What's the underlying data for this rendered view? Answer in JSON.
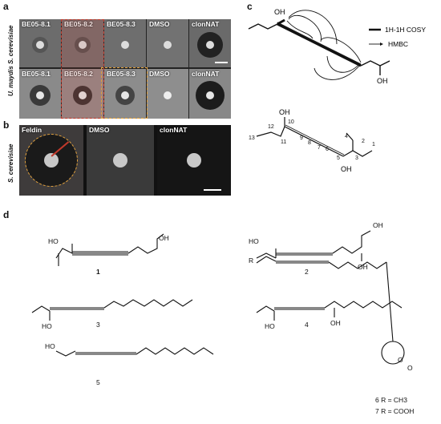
{
  "panels": {
    "a": {
      "letter": "a",
      "side_label": "U. maydis S. cerevisiae",
      "rows": [
        [
          "BE05-8.1",
          "BE05-8.2",
          "BE05-8.3",
          "DMSO",
          "clonNAT"
        ],
        [
          "BE05-8.1",
          "BE05-8.2",
          "BE05-8.3",
          "DMSO",
          "clonNAT"
        ]
      ]
    },
    "b": {
      "letter": "b",
      "side_label": "S. cerevisiae",
      "tiles": [
        "Feldin",
        "DMSO",
        "clonNAT"
      ]
    },
    "c": {
      "letter": "c",
      "legend_cosy": "1H-1H COSY",
      "legend_hmbc": "HMBC",
      "oh_labels": [
        "OH",
        "OH",
        "OH",
        "OH"
      ],
      "atom_numbers": [
        "1",
        "2",
        "3",
        "4",
        "5",
        "6",
        "7",
        "8",
        "9",
        "10",
        "11",
        "12",
        "13"
      ]
    },
    "d": {
      "letter": "d",
      "compounds": [
        "1",
        "2",
        "3",
        "4",
        "5"
      ],
      "oh_labels": [
        "HO",
        "OH",
        "HO",
        "OH",
        "OH",
        "HO",
        "HO",
        "OH",
        "HO"
      ],
      "r_label": "R",
      "o_label": "O",
      "o_ring": "O",
      "sub6": "6  R = CH3",
      "sub7": "7  R = COOH"
    }
  },
  "colors": {
    "accent_red": "#c0392b",
    "accent_orange": "#e3a13b"
  }
}
